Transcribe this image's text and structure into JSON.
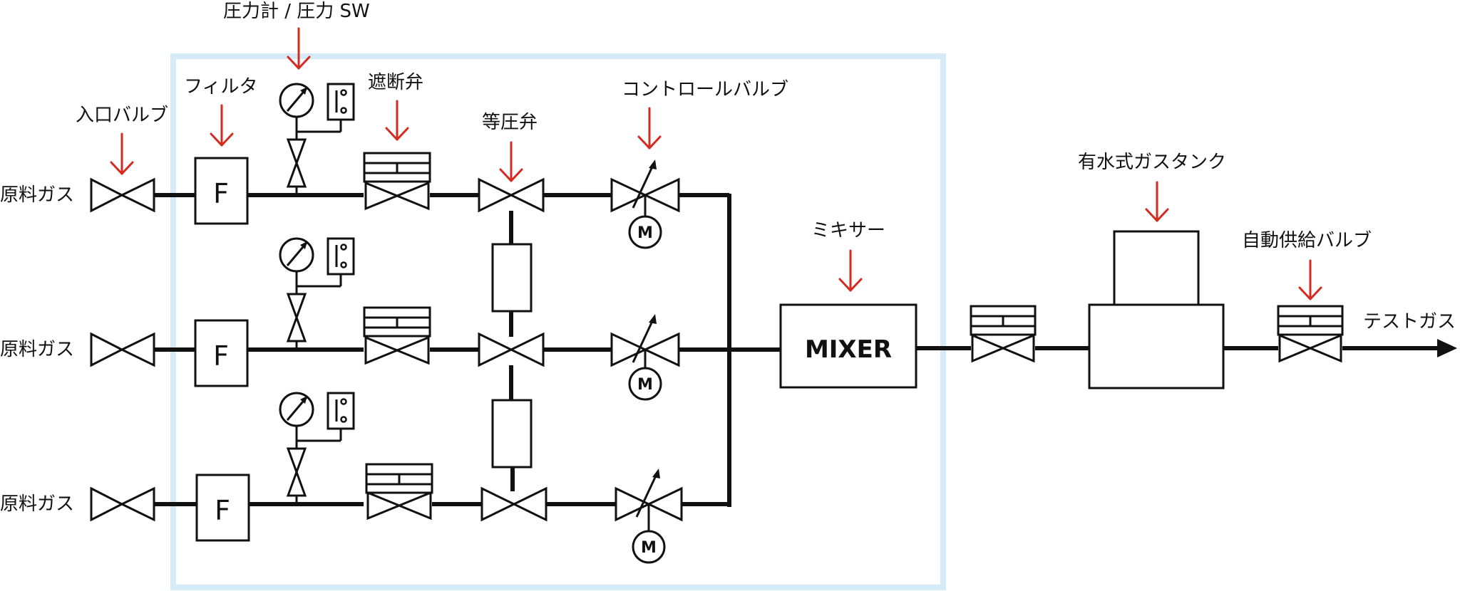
{
  "colors": {
    "line": "#111111",
    "callout_arrow": "#d42a20",
    "panel_frame": "#d6ebf8",
    "background": "#ffffff"
  },
  "labels": {
    "pressure_gauge": "圧力計 / 圧力 SW",
    "filter": "フィルタ",
    "inlet_valve": "入口バルブ",
    "shutoff_valve": "遮断弁",
    "equalizing_valve": "等圧弁",
    "control_valve": "コントロールバルブ",
    "mixer": "ミキサー",
    "water_gas_tank": "有水式ガスタンク",
    "auto_supply_valve": "自動供給バルブ",
    "test_gas": "テストガス"
  },
  "lines": [
    {
      "source_label": "原料ガス",
      "filter_label": "F",
      "motor_label": "M"
    },
    {
      "source_label": "原料ガス",
      "filter_label": "F",
      "motor_label": "M"
    },
    {
      "source_label": "原料ガス",
      "filter_label": "F",
      "motor_label": "M"
    }
  ],
  "mixer_box_label": "MIXER"
}
